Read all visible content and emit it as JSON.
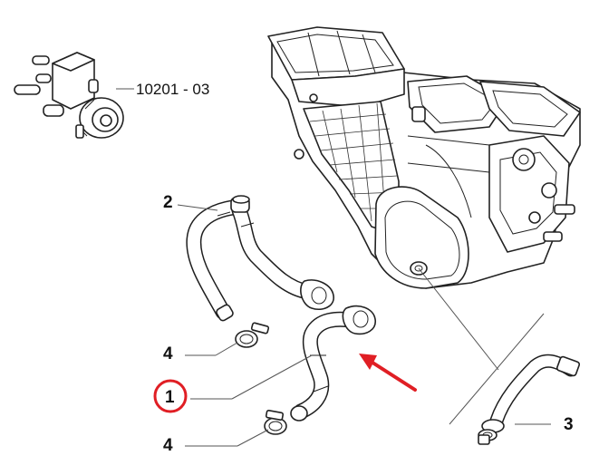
{
  "diagram": {
    "reference_label": "10201 - 03",
    "callouts": [
      {
        "id": "1",
        "highlighted": true
      },
      {
        "id": "2",
        "highlighted": false
      },
      {
        "id": "3",
        "highlighted": false
      },
      {
        "id": "4",
        "highlighted": false
      },
      {
        "id": "4",
        "highlighted": false
      }
    ],
    "colors": {
      "line": "#222222",
      "highlight_ring": "#e01e24",
      "arrow": "#e01e24"
    }
  }
}
